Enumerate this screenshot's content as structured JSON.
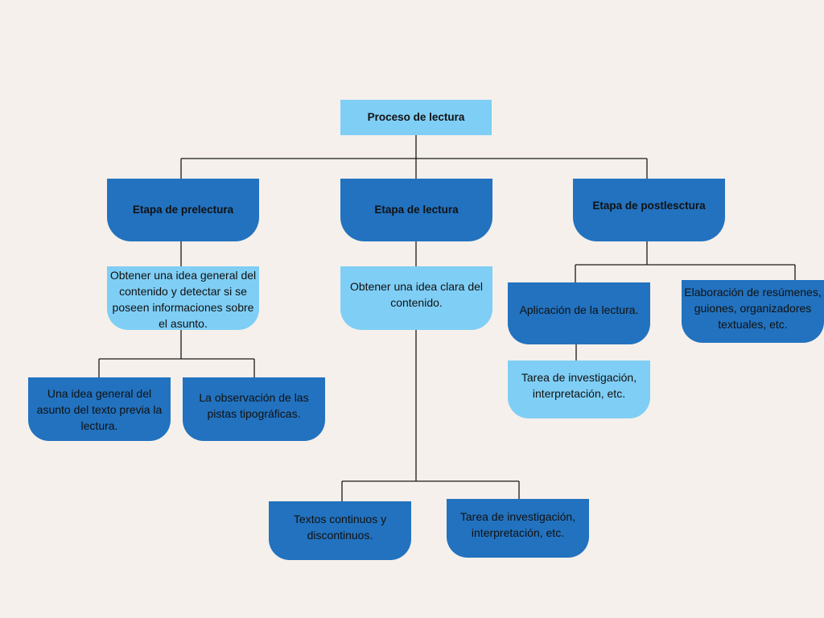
{
  "root": {
    "label": "Proceso de lectura"
  },
  "stages": {
    "prelectura": {
      "label": "Etapa de prelectura",
      "goal": "Obtener una idea general del contenido y detectar si se poseen informaciones sobre el asunto.",
      "children": [
        "Una idea general del asunto del texto previa la lectura.",
        "La observación de las pistas tipográficas."
      ]
    },
    "lectura": {
      "label": "Etapa de lectura",
      "goal": "Obtener una idea clara del contenido.",
      "children": [
        "Textos continuos y discontinuos.",
        "Tarea de investigación, interpretación, etc."
      ]
    },
    "postlectura": {
      "label": "Etapa de postlesctura",
      "children": [
        "Aplicación de la lectura.",
        "Elaboración de resúmenes, guiones, organizadores textuales, etc."
      ],
      "grandchild": "Tarea de investigación, interpretación, etc."
    }
  },
  "colors": {
    "background": "#f5f0eb",
    "dark_blue": "#2272bf",
    "light_blue": "#7fcef5",
    "connector": "#1a1a1a"
  }
}
